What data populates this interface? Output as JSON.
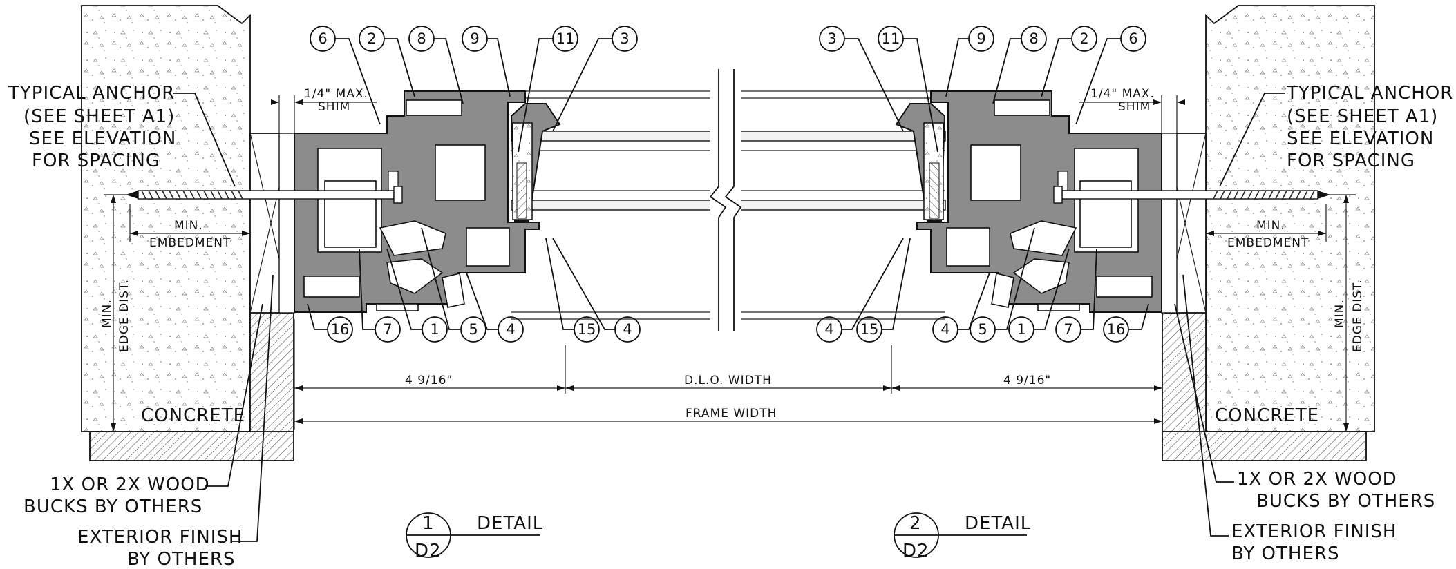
{
  "notes": {
    "anchor_left": [
      "TYPICAL ANCHOR",
      "(SEE SHEET A1)",
      "SEE ELEVATION",
      "FOR SPACING"
    ],
    "anchor_right": [
      "TYPICAL ANCHOR",
      "(SEE SHEET A1)",
      "SEE ELEVATION",
      "FOR SPACING"
    ],
    "shim_left": [
      "1/4\" MAX.",
      "SHIM"
    ],
    "shim_right": [
      "1/4\" MAX.",
      "SHIM"
    ],
    "embedment_left": [
      "MIN.",
      "EMBEDMENT"
    ],
    "embedment_right": [
      "MIN.",
      "EMBEDMENT"
    ],
    "edge_left": [
      "MIN.",
      "EDGE DIST."
    ],
    "edge_right": [
      "MIN.",
      "EDGE DIST."
    ],
    "concrete_left": "CONCRETE",
    "concrete_right": "CONCRETE",
    "bucks_left": [
      "1X OR 2X WOOD",
      "BUCKS BY OTHERS"
    ],
    "bucks_right": [
      "1X OR 2X WOOD",
      "BUCKS BY OTHERS"
    ],
    "finish_left": [
      "EXTERIOR FINISH",
      "BY OTHERS"
    ],
    "finish_right": [
      "EXTERIOR FINISH",
      "BY OTHERS"
    ]
  },
  "dimensions": {
    "left_frame": "4 9/16\"",
    "dlo": "D.L.O. WIDTH",
    "right_frame": "4 9/16\"",
    "frame": "FRAME WIDTH"
  },
  "callouts": {
    "left_top": [
      "6",
      "2",
      "8",
      "9",
      "11",
      "3"
    ],
    "left_bottom": [
      "16",
      "7",
      "1",
      "5",
      "4",
      "15",
      "4"
    ],
    "right_top": [
      "3",
      "11",
      "9",
      "8",
      "2",
      "6"
    ],
    "right_bottom": [
      "4",
      "15",
      "4",
      "5",
      "1",
      "7",
      "16"
    ]
  },
  "details": [
    {
      "number": "1",
      "sheet": "D2",
      "label": "DETAIL"
    },
    {
      "number": "2",
      "sheet": "D2",
      "label": "DETAIL"
    }
  ]
}
